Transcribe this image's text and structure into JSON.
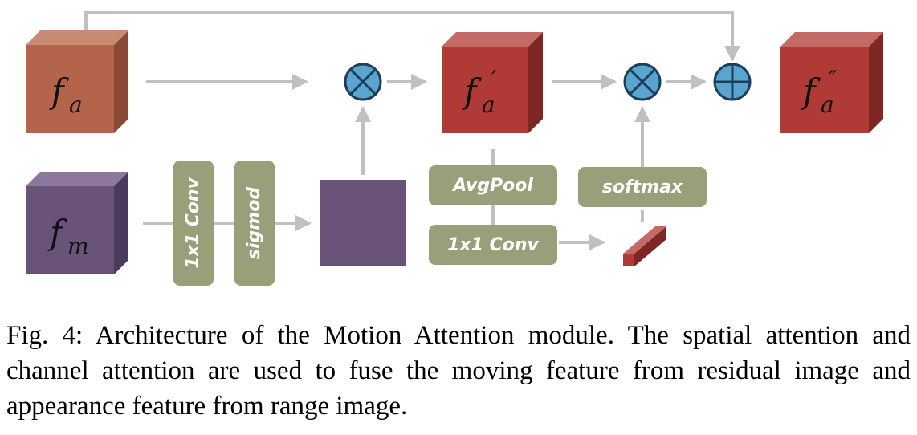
{
  "nodes": {
    "fa": {
      "base": "f",
      "sub": "a",
      "prime": ""
    },
    "fa_prime": {
      "base": "f",
      "sub": "a",
      "prime": "′"
    },
    "fa_double_prime": {
      "base": "f",
      "sub": "a",
      "prime": "″"
    },
    "fm": {
      "base": "f",
      "sub": "m",
      "prime": ""
    }
  },
  "ops": {
    "conv1": "1x1 Conv",
    "sigmoid": "sigmod",
    "avgpool": "AvgPool",
    "conv2": "1x1 Conv",
    "softmax": "softmax"
  },
  "colors": {
    "fa": "#b4644a",
    "fa_prime": "#b03a36",
    "fm": "#6a5378",
    "op_box": "#98a07a",
    "arrow": "#c0c0c0",
    "operator_circle": "#5aa5d0"
  },
  "caption": "Fig. 4: Architecture of the Motion Attention module. The spatial attention and channel attention are used to fuse the moving feature from residual image and appearance feature from range image."
}
